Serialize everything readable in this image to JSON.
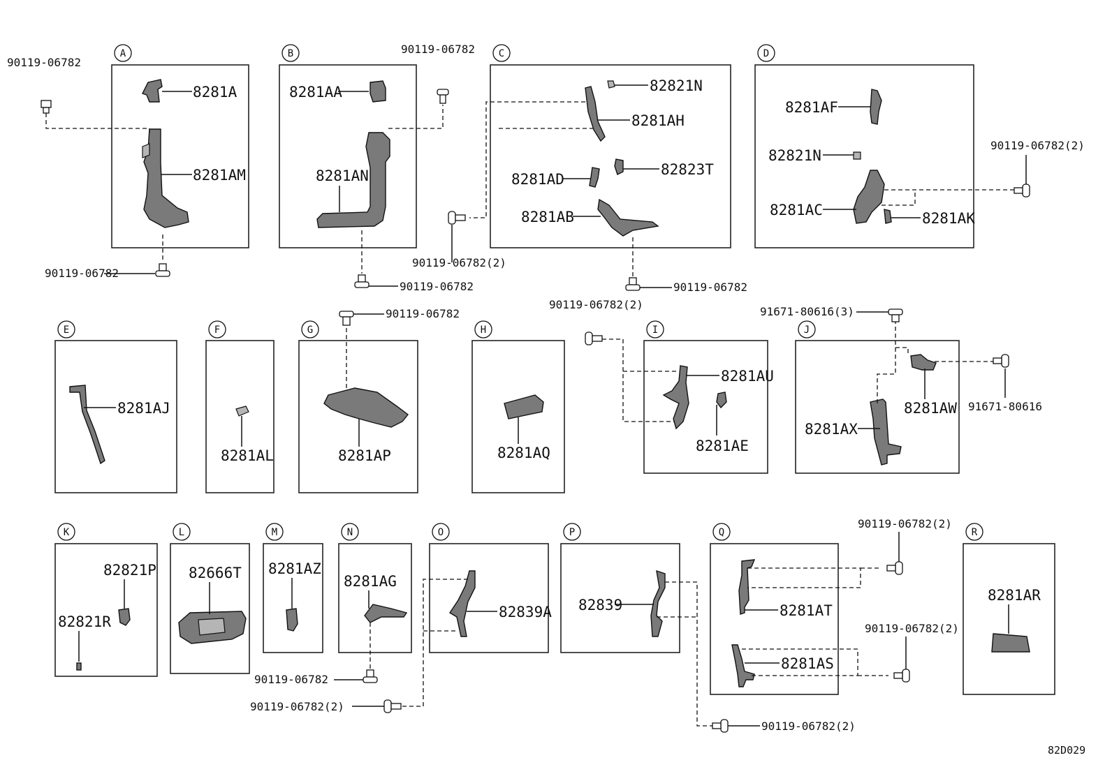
{
  "sections": [
    "A",
    "B",
    "C",
    "D",
    "E",
    "F",
    "G",
    "H",
    "I",
    "J",
    "K",
    "L",
    "M",
    "N",
    "O",
    "P",
    "Q",
    "R"
  ],
  "parts": {
    "p8281A": "8281A",
    "p8281AM": "8281AM",
    "p8281AA": "8281AA",
    "p8281AN": "8281AN",
    "p82821N_c": "82821N",
    "p8281AH": "8281AH",
    "p8281AD": "8281AD",
    "p82823T": "82823T",
    "p8281AB": "8281AB",
    "p8281AF": "8281AF",
    "p82821N_d": "82821N",
    "p8281AC": "8281AC",
    "p8281AK": "8281AK",
    "p8281AJ": "8281AJ",
    "p8281AL": "8281AL",
    "p8281AP": "8281AP",
    "p8281AQ": "8281AQ",
    "p8281AU": "8281AU",
    "p8281AE": "8281AE",
    "p8281AW": "8281AW",
    "p8281AX": "8281AX",
    "p82821P": "82821P",
    "p82821R": "82821R",
    "p82666T": "82666T",
    "p8281AZ": "8281AZ",
    "p8281AG": "8281AG",
    "p82839A": "82839A",
    "p82839": "82839",
    "p8281AT": "8281AT",
    "p8281AS": "8281AS",
    "p8281AR": "8281AR"
  },
  "fasteners": {
    "fA_top": "90119-06782",
    "fA_bot": "90119-06782",
    "fB_top": "90119-06782",
    "fB_bot": "90119-06782",
    "fC_left": "90119-06782(2)",
    "fC_bot": "90119-06782",
    "fD_right": "90119-06782(2)",
    "fG_top": "90119-06782",
    "fI_left": "90119-06782(2)",
    "fJ_top": "91671-80616(3)",
    "fJ_right": "91671-80616",
    "fN_bot": "90119-06782",
    "fO_bot": "90119-06782(2)",
    "fP_bot": "90119-06782(2)",
    "fQ_top": "90119-06782(2)",
    "fQ_mid": "90119-06782(2)"
  },
  "diagram_code": "82D029"
}
